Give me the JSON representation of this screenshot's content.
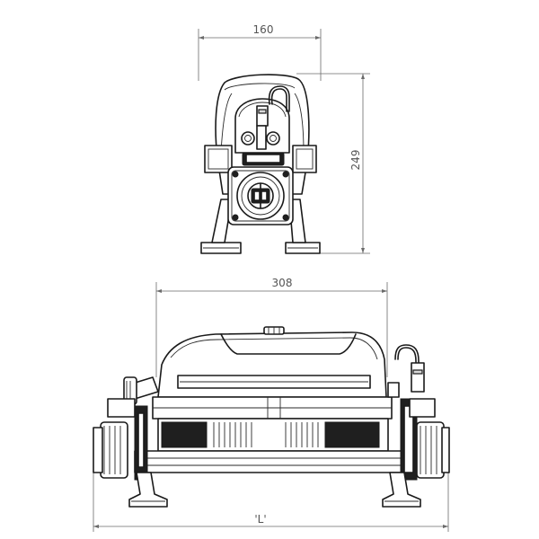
{
  "dimensions": {
    "width_top": "160",
    "height_top": "249",
    "width_front": "308",
    "length_label": "'L'"
  },
  "colors": {
    "line": "#1a1a1a",
    "dimension": "#6a6a6a",
    "background": "#ffffff"
  }
}
